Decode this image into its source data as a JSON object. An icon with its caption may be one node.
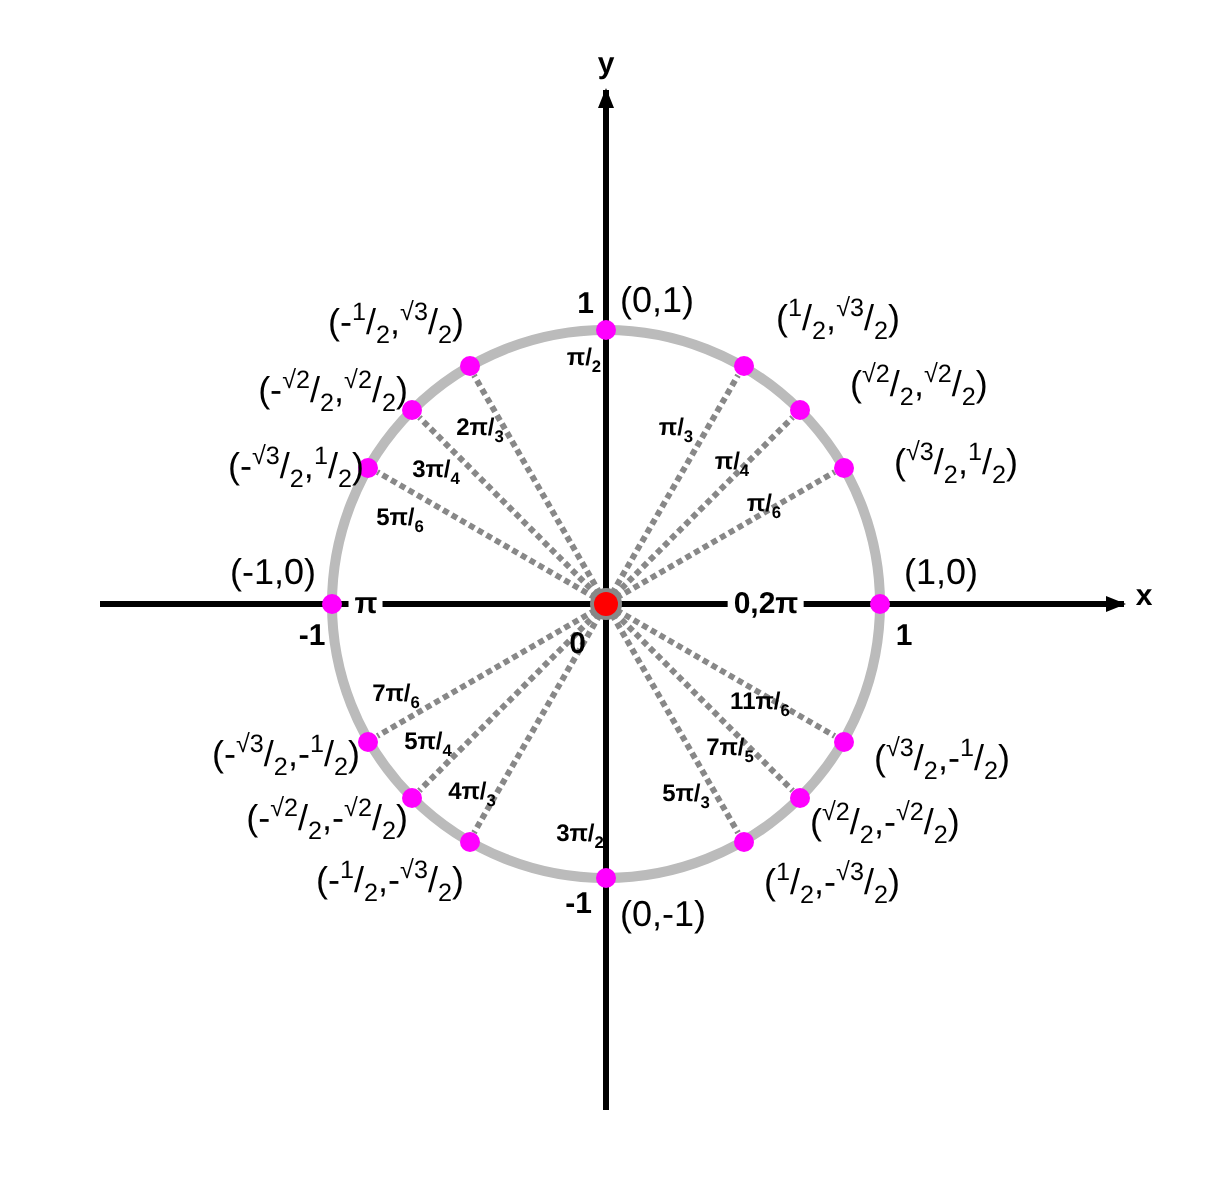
{
  "diagram": {
    "nodes": [
      {
        "text": [],
        "shape": "circle",
        "beside": [
          "0"
        ]
      },
      {
        "text": [
          "(1,0)"
        ],
        "beside": [
          "0,2π"
        ]
      },
      {
        "text": [
          "($^{√3}$/$_{2}$,$^{1}$/$_{2}$)"
        ],
        "beside": [
          "π/$_{6}$"
        ]
      },
      {
        "text": [
          "($^{√2}$/$_{2}$,$^{√2}$/$_{2}$)"
        ],
        "beside": [
          "π/$_{4}$"
        ]
      },
      {
        "text": [
          "($^{1}$/$_{2}$,$^{√3}$/$_{2}$)"
        ],
        "beside": [
          "π/$_{3}$"
        ]
      },
      {
        "text": [
          "(0,1)"
        ],
        "beside": [
          "π/$_{2}$"
        ]
      },
      {
        "text": [
          "(-$^{1}$/$_{2}$,$^{√3}$/$_{2}$)"
        ],
        "beside": [
          "2π/$_{3}$"
        ]
      },
      {
        "text": [
          "(-$^{√2}$/$_{2}$,$^{√2}$/$_{2}$)"
        ],
        "beside": [
          "3π/$_{4}$"
        ]
      },
      {
        "text": [
          "(-$^{√3}$/$_{2}$,$^{1}$/$_{2}$)"
        ],
        "beside": [
          "5π/$_{6}$"
        ]
      },
      {
        "text": [
          "(-1,0)"
        ],
        "beside": [
          "π"
        ]
      },
      {
        "text": [
          "(-$^{√3}$/$_{2}$,-$^{1}$/$_{2}$)"
        ],
        "beside": [
          "7π/$_{6}$"
        ]
      },
      {
        "text": [
          "(-$^{√2}$/$_{2}$,-$^{√2}$/$_{2}$)"
        ],
        "beside": [
          "5π/$_{4}$"
        ]
      },
      {
        "text": [
          "(-$^{1}$/$_{2}$,-$^{√3}$/$_{2}$)"
        ],
        "beside": [
          "4π/$_{3}$"
        ]
      },
      {
        "text": [
          "(0,-1)"
        ],
        "beside": [
          "3π/$_{2}$"
        ]
      },
      {
        "text": [
          "($^{1}$/$_{2}$,-$^{√3}$/$_{2}$)"
        ],
        "beside": [
          "5π/$_{3}$"
        ]
      },
      {
        "text": [
          "($^{√2}$/$_{2}$,-$^{√2}$/$_{2}$)"
        ],
        "beside": [
          "7π/$_{5}$"
        ]
      },
      {
        "text": [
          "($^{√3}$/$_{2}$,-$^{1}$/$_{2}$)"
        ],
        "beside": [
          "11π/$_{6}$"
        ]
      }
    ],
    "edges": [
      {
        "from": 0,
        "to": 2,
        "arrow": "none",
        "style": "dashed"
      },
      {
        "from": 0,
        "to": 3,
        "arrow": "none",
        "style": "dashed"
      },
      {
        "from": 0,
        "to": 4,
        "arrow": "none",
        "style": "dashed"
      },
      {
        "from": 0,
        "to": 6,
        "arrow": "none",
        "style": "dashed"
      },
      {
        "from": 0,
        "to": 7,
        "arrow": "none",
        "style": "dashed"
      },
      {
        "from": 0,
        "to": 8,
        "arrow": "none",
        "style": "dashed"
      },
      {
        "from": 0,
        "to": 10,
        "arrow": "none",
        "style": "dashed"
      },
      {
        "from": 0,
        "to": 11,
        "arrow": "none",
        "style": "dashed"
      },
      {
        "from": 0,
        "to": 12,
        "arrow": "none",
        "style": "dashed"
      },
      {
        "from": 0,
        "to": 14,
        "arrow": "none",
        "style": "dashed"
      },
      {
        "from": 0,
        "to": 15,
        "arrow": "none",
        "style": "dashed"
      },
      {
        "from": 0,
        "to": 16,
        "arrow": "none",
        "style": "dashed"
      }
    ],
    "labels": [
      "y",
      "1",
      "-1",
      "1",
      "x",
      "-1"
    ]
  }
}
